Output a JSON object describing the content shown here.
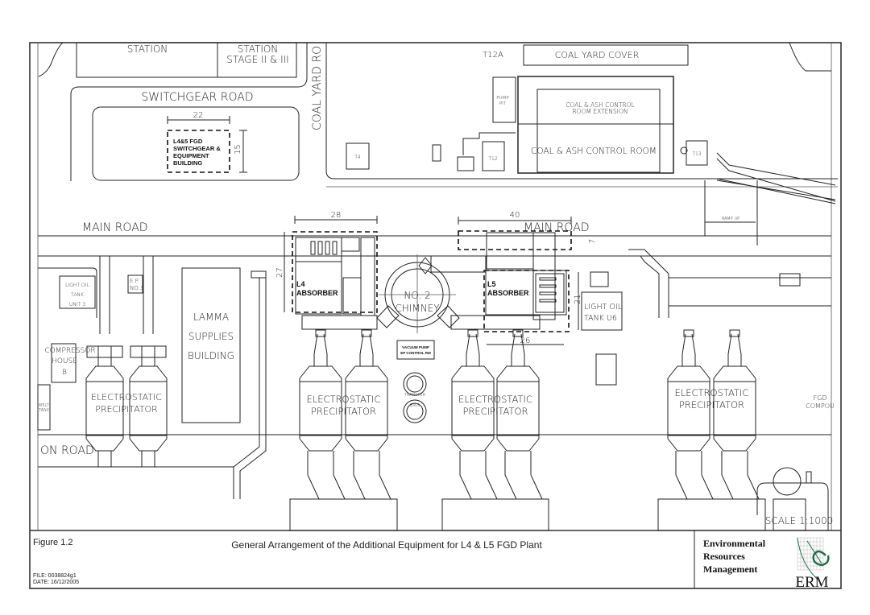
{
  "title_block": {
    "figure": "Figure 1.2",
    "title": "General Arrangement of the Additional Equipment for L4 & L5 FGD Plant",
    "file": "FILE: 0038824g1",
    "date": "DATE: 16/12/2005",
    "company_line1": "Environmental",
    "company_line2": "Resources",
    "company_line3": "Management",
    "logo_text": "ERM",
    "logo_color": "#1f6b4a"
  },
  "labels": {
    "station_left": "STATION",
    "station_right": "STATION",
    "stage": "STAGE II & III",
    "switchgear_road": "SWITCHGEAR ROAD",
    "coal_yard_road": "COAL YARD RO",
    "switchgear_building": [
      "L4&5 FGD",
      "SWITCHGEAR &",
      "EQUIPMENT",
      "BUILDING"
    ],
    "dim_22": "22",
    "dim_15": "15",
    "t4": "T4",
    "t12a": "T12A",
    "coal_yard_cover": "COAL YARD COVER",
    "pump_pit": [
      "PUMP",
      "PIT"
    ],
    "control_room_ext": [
      "COAL & ASH CONTROL",
      "ROOM EXTENSION"
    ],
    "control_room": "COAL & ASH CONTROL ROOM",
    "t12": "T12",
    "t13": "T13",
    "ramp_up": "RAMP UP",
    "main_road_left": "MAIN ROAD",
    "main_road_right": "MAIN ROAD",
    "dim_28": "28",
    "dim_40": "40",
    "dim_7": "7",
    "dim_27": "27",
    "dim_21": "21",
    "dim_26": "26",
    "l4_absorber": [
      "L4",
      "ABSORBER"
    ],
    "l5_absorber": [
      "L5",
      "ABSORBER"
    ],
    "chimney": [
      "NO. 2",
      "CHIMNEY"
    ],
    "light_oil_u6": [
      "LIGHT OIL",
      "TANK U6"
    ],
    "light_oil_unit3": [
      "LIGHT OIL",
      "TANK",
      "UNIT 3"
    ],
    "ep_no3": [
      "E.P.",
      "NO.3"
    ],
    "compressor_house": [
      "COMPRESSOR",
      "HOUSE",
      "B"
    ],
    "melt_tank": [
      "MELT",
      "TANK"
    ],
    "lamma_supplies": [
      "LAMMA",
      "SUPPLIES",
      "BUILDING"
    ],
    "vacuum_pump": [
      "VACUUM PUMP",
      "EP CONTROL RM"
    ],
    "transfer_bins": [
      "TRANSFER",
      "BINS"
    ],
    "esp": [
      "ELECTROSTATIC",
      "PRECIPITATOR"
    ],
    "on_road": "ON ROAD",
    "fgd_compound": [
      "FGD",
      "COMPOU"
    ],
    "scale": "SCALE 1:1000"
  }
}
